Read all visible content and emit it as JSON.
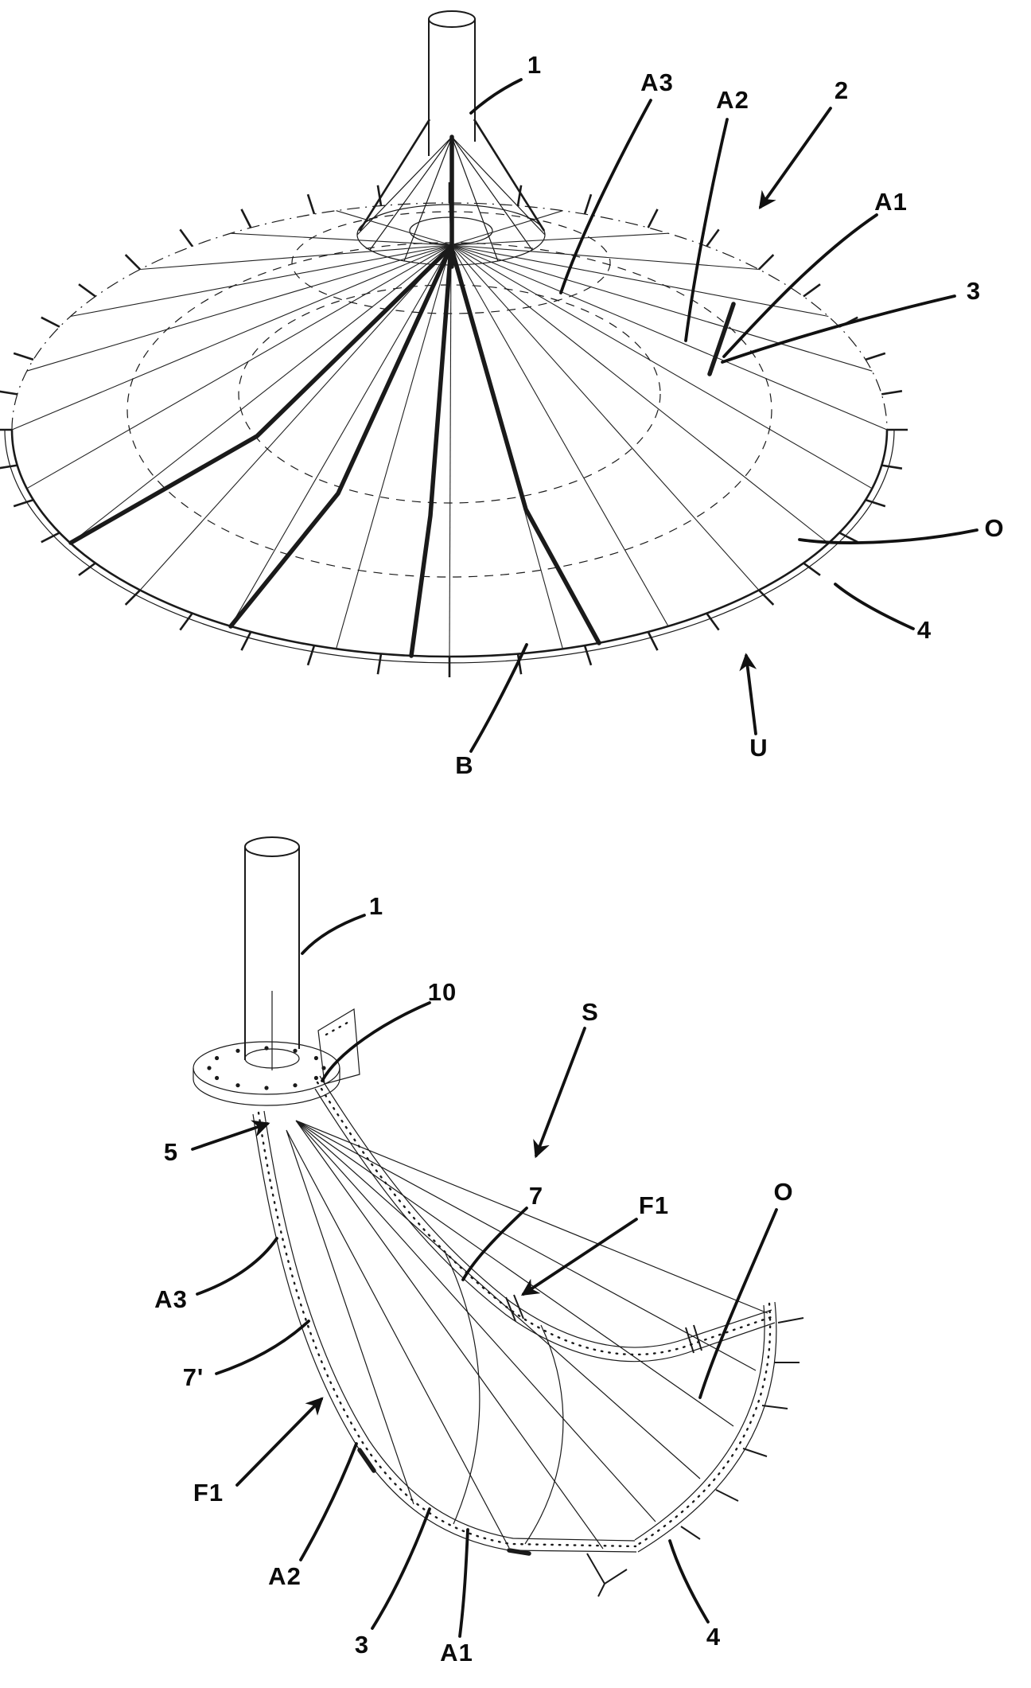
{
  "colors": {
    "ink": "#111111",
    "background": "#ffffff"
  },
  "figure1": {
    "labels": {
      "n1": "1",
      "a3": "A3",
      "a2": "A2",
      "n2": "2",
      "a1": "A1",
      "n3": "3",
      "o": "O",
      "n4": "4",
      "u": "U",
      "b": "B"
    }
  },
  "figure2": {
    "labels": {
      "n1": "1",
      "n10": "10",
      "s": "S",
      "n5": "5",
      "a3": "A3",
      "n7": "7",
      "f1a": "F1",
      "o": "O",
      "n7p": "7'",
      "f1b": "F1",
      "a2": "A2",
      "n3": "3",
      "a1": "A1",
      "n4": "4"
    }
  }
}
